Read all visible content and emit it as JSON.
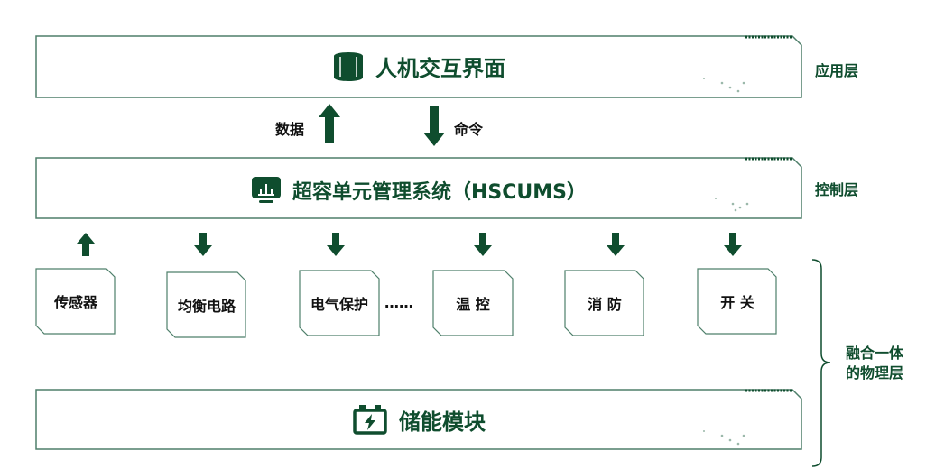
{
  "colors": {
    "accent": "#0f4d2e",
    "border": "#4e7f6a"
  },
  "layers": [
    {
      "title": "人机交互界面",
      "icon": "cylinder-icon",
      "side_label": "应用层"
    },
    {
      "title": "超容单元管理系统（HSCUMS）",
      "icon": "monitor-chart-icon",
      "side_label": "控制层"
    },
    {
      "title": "储能模块",
      "icon": "battery-icon"
    }
  ],
  "flow": {
    "up_label": "数据",
    "down_label": "命令"
  },
  "nodes": [
    {
      "label": "传感器",
      "arrow": "up"
    },
    {
      "label": "均衡电路",
      "arrow": "down"
    },
    {
      "label": "电气保护",
      "arrow": "down"
    },
    {
      "label": "温 控",
      "arrow": "down"
    },
    {
      "label": "消 防",
      "arrow": "down"
    },
    {
      "label": "开 关",
      "arrow": "down"
    }
  ],
  "ellipsis": "……",
  "physical_layer_label": [
    "融合一体",
    "的物理层"
  ]
}
